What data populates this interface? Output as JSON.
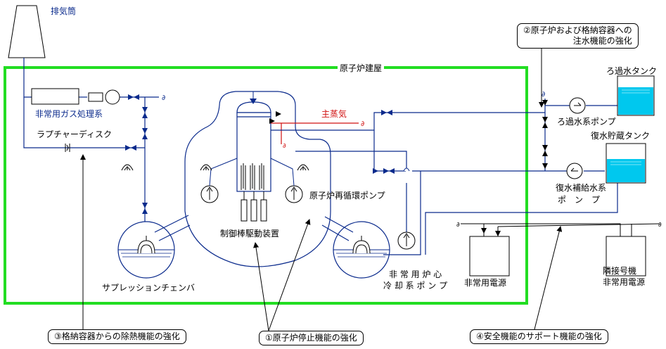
{
  "labels": {
    "stack": "排気筒",
    "reactor_building": "原子炉建屋",
    "gas_treatment": "非常用ガス処理系",
    "rupture_disk": "ラプチャーディスク",
    "main_steam": "主蒸気",
    "recirc_pump": "原子炉再循環ポンプ",
    "crd": "制御棒駆動装置",
    "suppression": "サプレッションチェンバ",
    "filtered_water_tank": "ろ過水タンク",
    "filtered_water_pump": "ろ過水系ポンプ",
    "condensate_tank": "復水貯蔵タンク",
    "condensate_pump_line1": "復水補給水系",
    "condensate_pump_line2": "ポ　ン　プ",
    "eccs_pump_line1": "非 常 用 炉 心",
    "eccs_pump_line2": "冷 却 系 ポ ン プ",
    "emergency_power": "非常用電源",
    "adjacent_power_line1": "隣接号機",
    "adjacent_power_line2": "非常用電源"
  },
  "callouts": {
    "c1": "①原子炉停止機能の強化",
    "c2_line1": "②原子炉および格納容器への",
    "c2_line2": "注水機能の強化",
    "c3": "③格納容器からの除熱機能の強化",
    "c4": "④安全機能のサポート機能の強化"
  },
  "colors": {
    "building_border": "#22dd22",
    "pipe_blue": "#0a2a8c",
    "steam_red": "#d01010",
    "water": "#00c8ee"
  }
}
